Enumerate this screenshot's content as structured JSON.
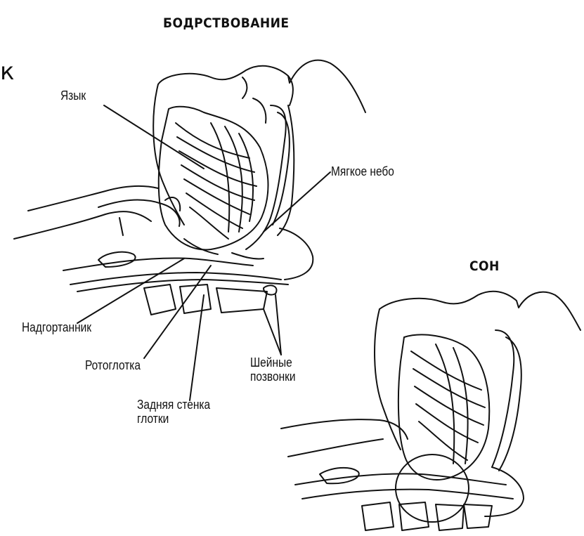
{
  "titles": {
    "awake": "БОДРСТВОВАНИЕ",
    "sleep": "СОН"
  },
  "edge_fragment": "к",
  "labels": {
    "tongue": "Язык",
    "soft_palate": "Мягкое небо",
    "epiglottis": "Надгортанник",
    "oropharynx": "Ротоглотка",
    "posterior_wall": "Задняя стенка\nглотки",
    "cervical_vertebrae": "Шейные\nпозвонки"
  }
}
